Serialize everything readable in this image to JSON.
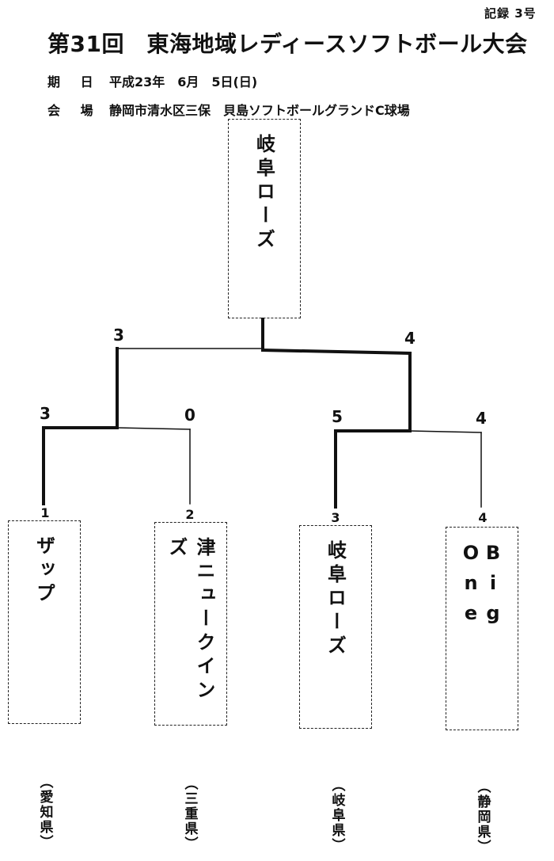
{
  "header": {
    "record_no": "記録 3号",
    "title": "第31回　東海地域レディースソフトボール大会",
    "date_label": "期 日",
    "date_value": "平成23年　6月　5日(日)",
    "venue_label": "会 場",
    "venue_value": "静岡市清水区三保　貝島ソフトボールグランドC球場"
  },
  "champion": {
    "name": "岐阜ローズ"
  },
  "final": {
    "left_score": "3",
    "right_score": "4"
  },
  "semifinal_1": {
    "left_score": "3",
    "right_score": "0"
  },
  "semifinal_2": {
    "left_score": "5",
    "right_score": "4"
  },
  "teams": [
    {
      "seed": "1",
      "name": "ザップ",
      "prefecture": "（愛知県）"
    },
    {
      "seed": "2",
      "name": "津ニュークインズ",
      "prefecture": "（三重県）"
    },
    {
      "seed": "3",
      "name": "岐阜ローズ",
      "prefecture": "（岐阜県）"
    },
    {
      "seed": "4",
      "name": "Big One",
      "prefecture": "（静岡県）"
    }
  ]
}
